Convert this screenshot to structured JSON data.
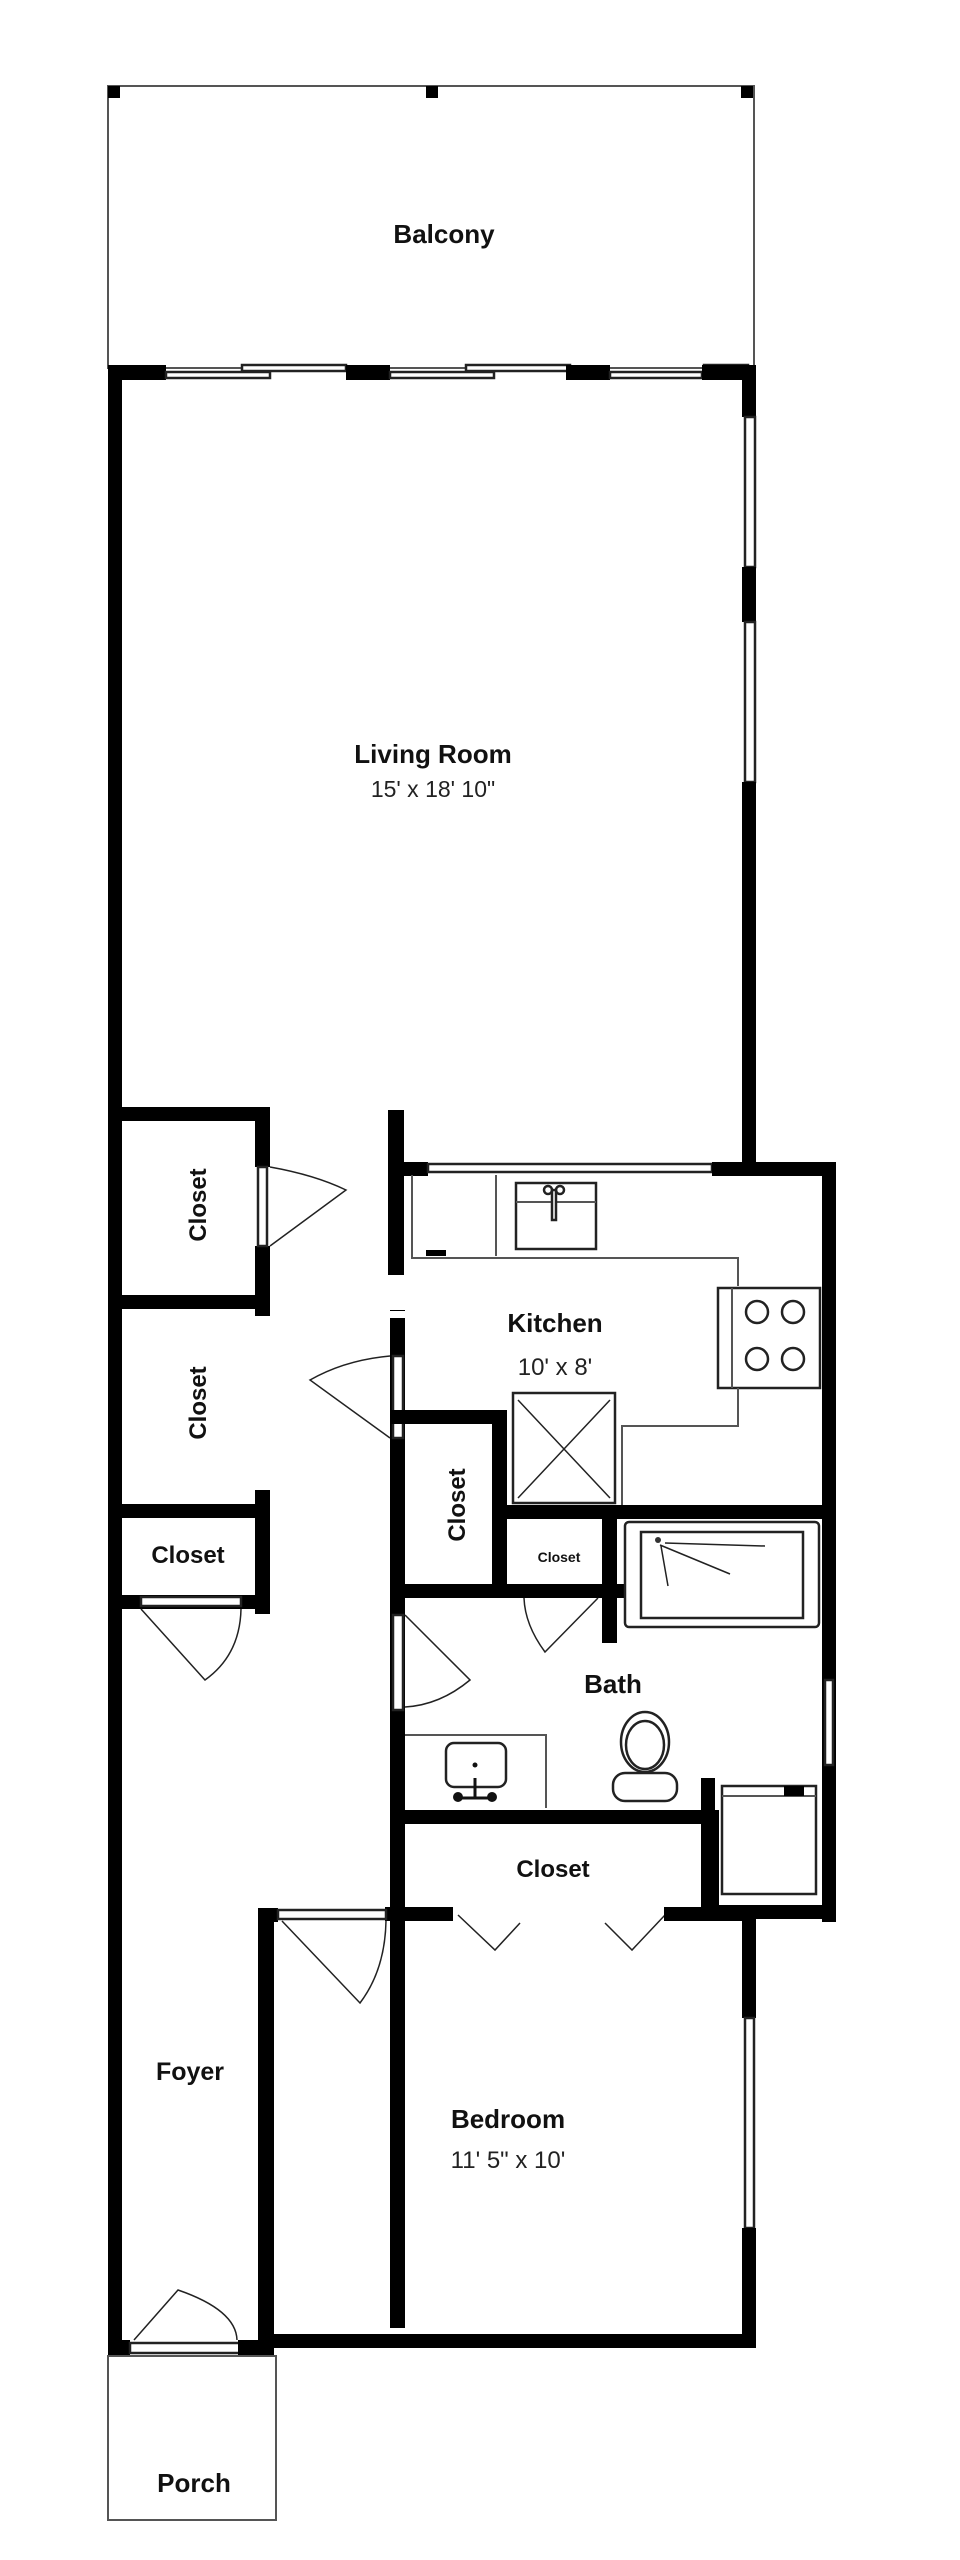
{
  "plan": {
    "rooms": [
      {
        "id": "balcony",
        "name": "Balcony",
        "dimensions": ""
      },
      {
        "id": "living-room",
        "name": "Living Room",
        "dimensions": "15' x 18' 10\""
      },
      {
        "id": "kitchen",
        "name": "Kitchen",
        "dimensions": "10' x 8'"
      },
      {
        "id": "closet-1",
        "name": "Closet",
        "dimensions": ""
      },
      {
        "id": "closet-2",
        "name": "Closet",
        "dimensions": ""
      },
      {
        "id": "closet-3",
        "name": "Closet",
        "dimensions": ""
      },
      {
        "id": "closet-4",
        "name": "Closet",
        "dimensions": ""
      },
      {
        "id": "closet-5",
        "name": "Closet",
        "dimensions": ""
      },
      {
        "id": "bath",
        "name": "Bath",
        "dimensions": ""
      },
      {
        "id": "closet-6",
        "name": "Closet",
        "dimensions": ""
      },
      {
        "id": "foyer",
        "name": "Foyer",
        "dimensions": ""
      },
      {
        "id": "bedroom",
        "name": "Bedroom",
        "dimensions": "11' 5\" x 10'"
      },
      {
        "id": "porch",
        "name": "Porch",
        "dimensions": ""
      }
    ],
    "fixtures": [
      "kitchen-sink",
      "stove",
      "refrigerator",
      "bathtub",
      "toilet",
      "bathroom-sink",
      "washer"
    ]
  }
}
